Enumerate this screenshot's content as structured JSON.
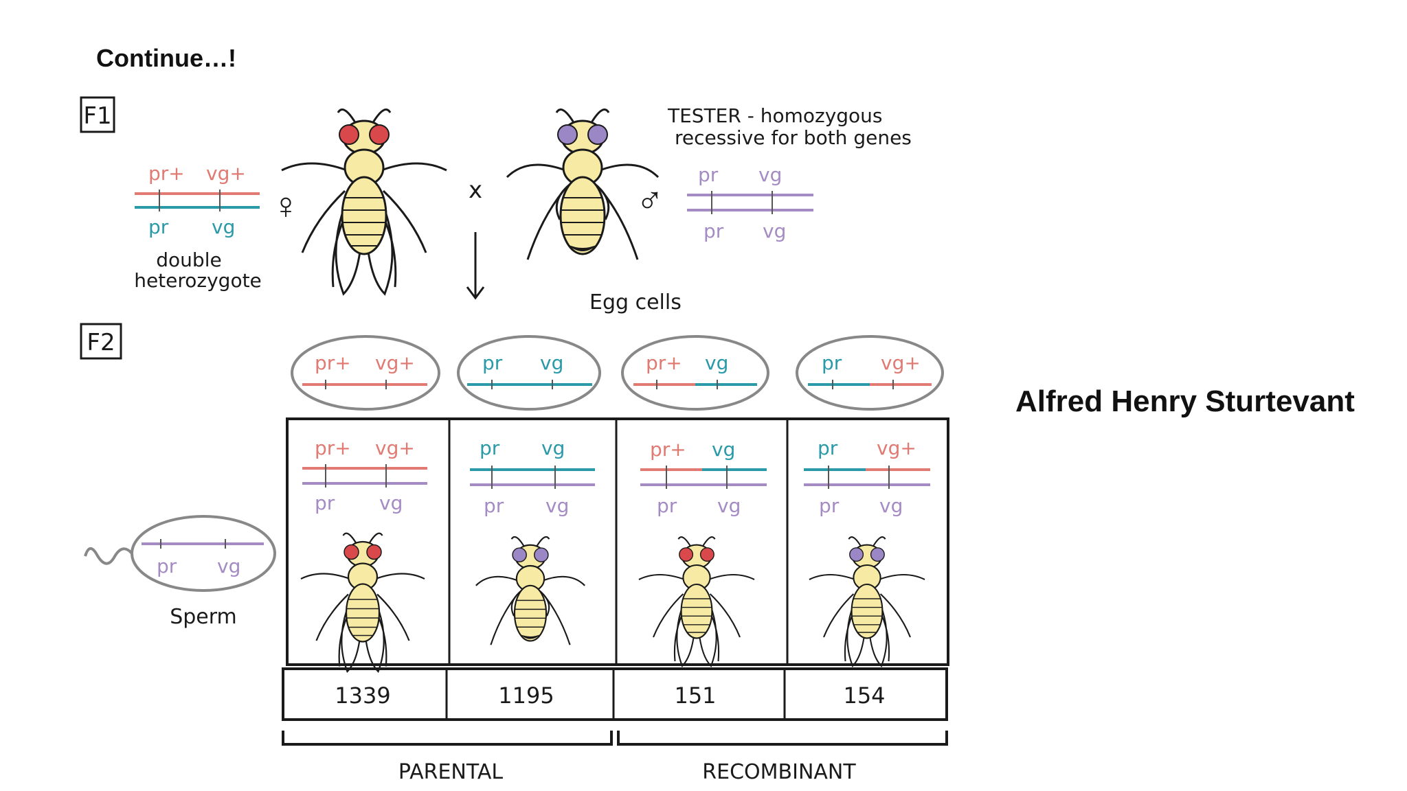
{
  "slide": {
    "heading": "Continue…!",
    "person": "Alfred Henry Sturtevant"
  },
  "generations": {
    "f1": "F1",
    "f2": "F2"
  },
  "female": {
    "top_alleles": [
      "pr+",
      "vg+"
    ],
    "bottom_alleles": [
      "pr",
      "vg"
    ],
    "caption_line1": "double",
    "caption_line2": "heterozygote",
    "symbol": "♀"
  },
  "cross_symbol": "x",
  "male": {
    "symbol": "♂",
    "tester_line1": "TESTER - homozygous",
    "tester_line2": "recessive for both genes",
    "top_alleles": [
      "pr",
      "vg"
    ],
    "bottom_alleles": [
      "pr",
      "vg"
    ]
  },
  "egg_label": "Egg cells",
  "sperm": {
    "alleles": [
      "pr",
      "vg"
    ],
    "label": "Sperm"
  },
  "eggs": [
    {
      "left": "pr+",
      "right": "vg+"
    },
    {
      "left": "pr",
      "right": "vg"
    },
    {
      "left": "pr+",
      "right": "vg"
    },
    {
      "left": "pr",
      "right": "vg+"
    }
  ],
  "offspring_counts": [
    "1339",
    "1195",
    "151",
    "154"
  ],
  "groups": [
    "PARENTAL",
    "RECOMBINANT"
  ],
  "colors": {
    "red_chromosome": "#e07a72",
    "teal_chromosome": "#2a9aa8",
    "purple_chromosome": "#a58bc4",
    "fly_body": "#f6eaa5",
    "red_eye": "#d9484a",
    "purple_eye": "#9b86c6",
    "ink": "#1a1a1a"
  }
}
